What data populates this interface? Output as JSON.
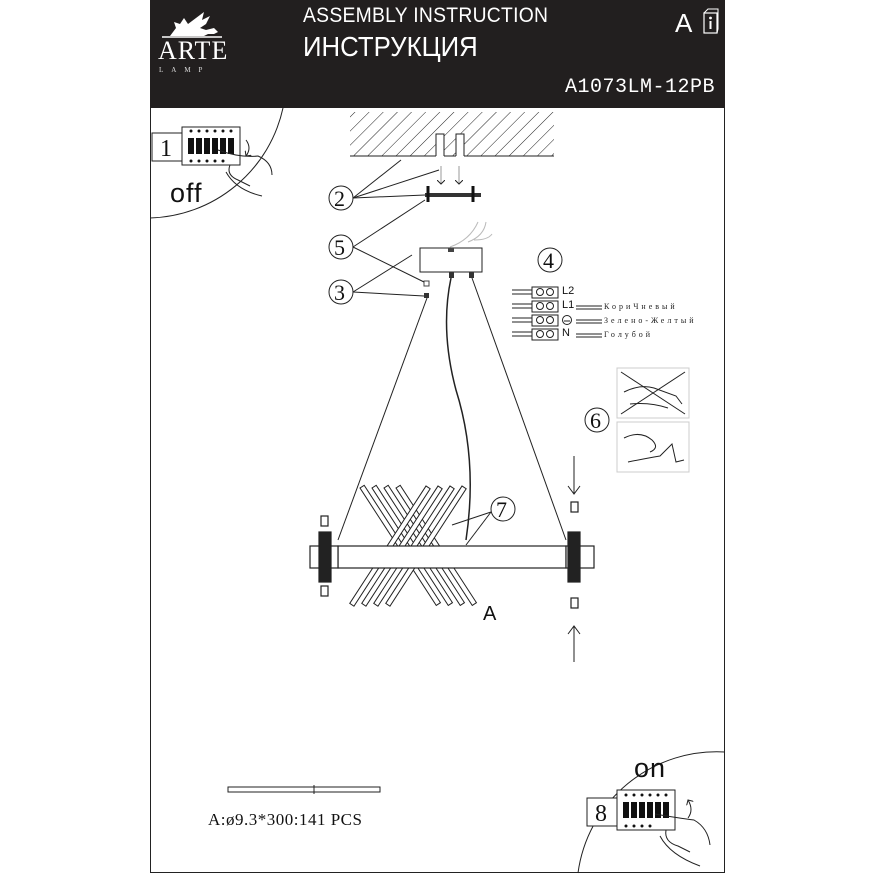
{
  "header": {
    "brand": "ARTE",
    "brand_sub": "LAMP",
    "title_en": "ASSEMBLY INSTRUCTION",
    "title_ru": "ИНСТРУКЦИЯ",
    "section_letter": "A",
    "info_icon": "info-book-icon",
    "model": "A1073LM-12PB"
  },
  "steps": [
    {
      "number": "1",
      "label": "off",
      "description": "switch breaker off"
    },
    {
      "number": "2"
    },
    {
      "number": "3"
    },
    {
      "number": "4"
    },
    {
      "number": "5"
    },
    {
      "number": "6"
    },
    {
      "number": "7"
    },
    {
      "number": "8",
      "label": "on",
      "description": "switch breaker on"
    }
  ],
  "wiring": {
    "terminals": [
      {
        "id": "L2",
        "wire": ""
      },
      {
        "id": "L1",
        "wire": "КориЧневый"
      },
      {
        "id": "ground",
        "wire": "Зелено-Желтый"
      },
      {
        "id": "N",
        "wire": "Голубой"
      }
    ]
  },
  "part_label": "A",
  "parts_list": {
    "spec": "A:ø9.3*300:141 PCS"
  },
  "colors": {
    "header_bg": "#221f1f",
    "line": "#111111"
  }
}
